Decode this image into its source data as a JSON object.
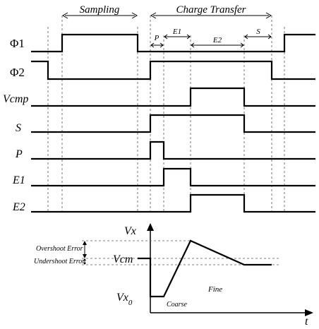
{
  "phases": {
    "sampling": "Sampling",
    "charge_transfer": "Charge Transfer",
    "sub": {
      "p": "P",
      "e1": "E1",
      "e2": "E2",
      "s": "S"
    }
  },
  "signals": {
    "phi1": "Φ1",
    "phi2": "Φ2",
    "vcmp": "Vcmp",
    "s": "S",
    "p": "P",
    "e1": "E1",
    "e2": "E2"
  },
  "analog": {
    "y_axis_label": "Vx",
    "x_axis_label": "t",
    "vcm_label": "Vcm",
    "vx0_label": "Vx",
    "vx0_subscript": "0",
    "overshoot_error": "Overshoot Error",
    "undershoot_error": "Undershoot Error",
    "coarse": "Coarse",
    "fine": "Fine"
  }
}
